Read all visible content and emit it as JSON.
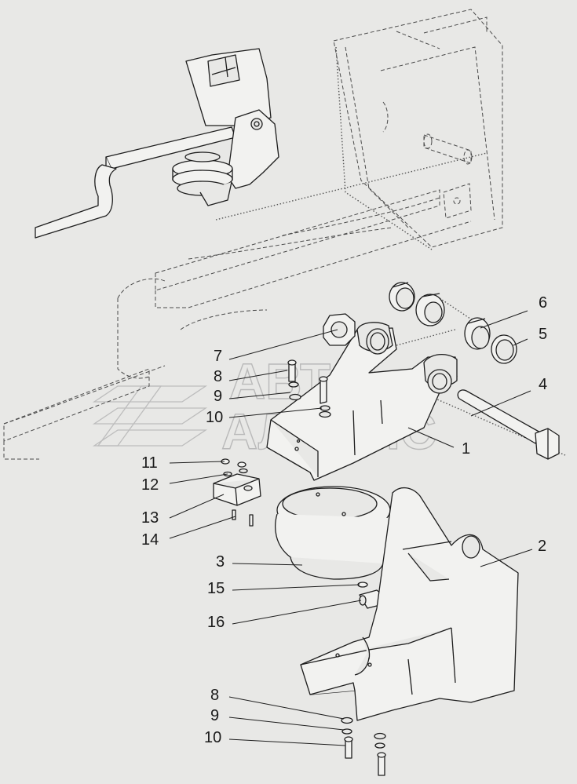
{
  "watermark": {
    "line1": "АВТО",
    "line2": "АЛЬЯНС"
  },
  "callouts": [
    {
      "id": "c1",
      "label": "1"
    },
    {
      "id": "c2",
      "label": "2"
    },
    {
      "id": "c3",
      "label": "3"
    },
    {
      "id": "c4",
      "label": "4"
    },
    {
      "id": "c5",
      "label": "5"
    },
    {
      "id": "c6",
      "label": "6"
    },
    {
      "id": "c7",
      "label": "7"
    },
    {
      "id": "c8a",
      "label": "8"
    },
    {
      "id": "c9a",
      "label": "9"
    },
    {
      "id": "c10a",
      "label": "10"
    },
    {
      "id": "c11",
      "label": "11"
    },
    {
      "id": "c12",
      "label": "12"
    },
    {
      "id": "c13",
      "label": "13"
    },
    {
      "id": "c14",
      "label": "14"
    },
    {
      "id": "c15",
      "label": "15"
    },
    {
      "id": "c16",
      "label": "16"
    },
    {
      "id": "c8b",
      "label": "8"
    },
    {
      "id": "c9b",
      "label": "9"
    },
    {
      "id": "c10b",
      "label": "10"
    }
  ]
}
